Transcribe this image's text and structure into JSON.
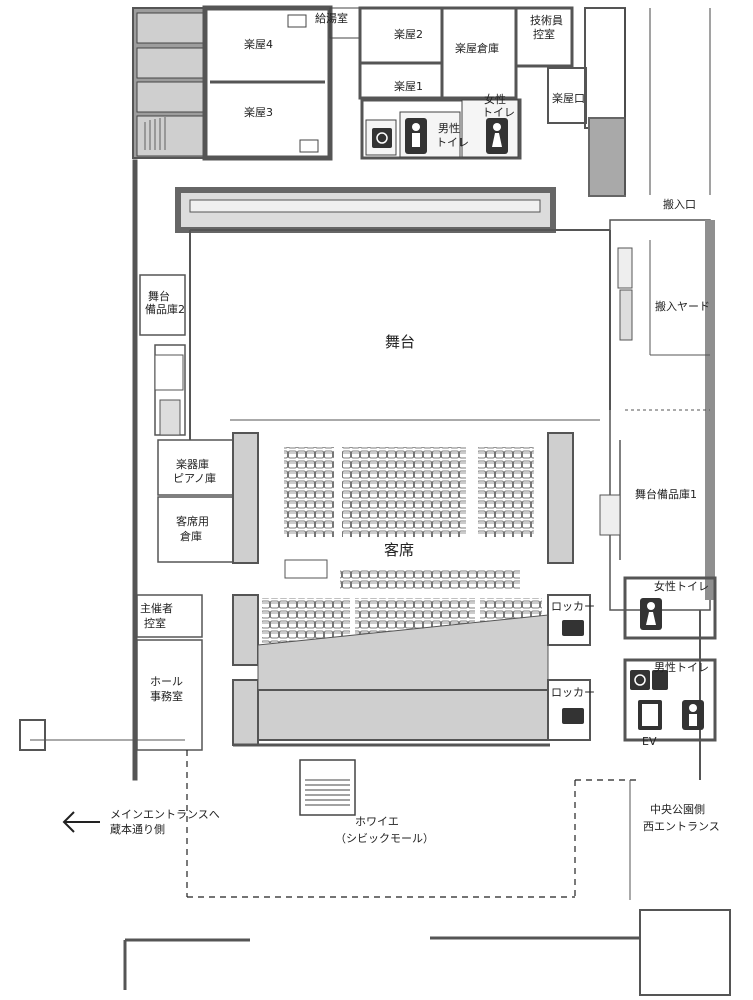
{
  "rooms": {
    "dressing4": "楽屋4",
    "dressing3": "楽屋3",
    "kettle": "給湯室",
    "dressing2": "楽屋2",
    "dressing1": "楽屋1",
    "green_storage": "楽屋倉庫",
    "tech_room_1": "技術員",
    "tech_room_2": "控室",
    "dressing_entrance": "楽屋口",
    "womens_wc_top_1": "女性",
    "womens_wc_top_2": "トイレ",
    "mens_wc_top_1": "男性",
    "mens_wc_top_2": "トイレ",
    "loading_entrance": "搬入口",
    "loading_yard": "搬入ヤード",
    "stage": "舞台",
    "stage_storage2_1": "舞台",
    "stage_storage2_2": "備品庫2",
    "instrument_1": "楽器庫",
    "instrument_2": "ピアノ庫",
    "seat_storage_1": "客席用",
    "seat_storage_2": "倉庫",
    "auditorium": "客席",
    "stage_storage1": "舞台備品庫1",
    "womens_wc": "女性トイレ",
    "mens_wc": "男性トイレ",
    "locker_1": "ロッカー",
    "locker_2": "ロッカー",
    "organizer_1": "主催者",
    "organizer_2": "控室",
    "hall_office_1": "ホール",
    "hall_office_2": "事務室",
    "ev": "EV",
    "foyer_1": "ホワイエ",
    "foyer_2": "（シビックモール）"
  },
  "directions": {
    "main_entrance_1": "メインエントランスへ",
    "main_entrance_2": "蔵本通り側",
    "west_entrance_1": "中央公園側",
    "west_entrance_2": "西エントランス"
  },
  "icons": [
    "arrow-left-icon",
    "male-icon",
    "female-icon",
    "wheelchair-icon",
    "family-icon",
    "elevator-icon",
    "locker-icon",
    "stairs-icon"
  ]
}
